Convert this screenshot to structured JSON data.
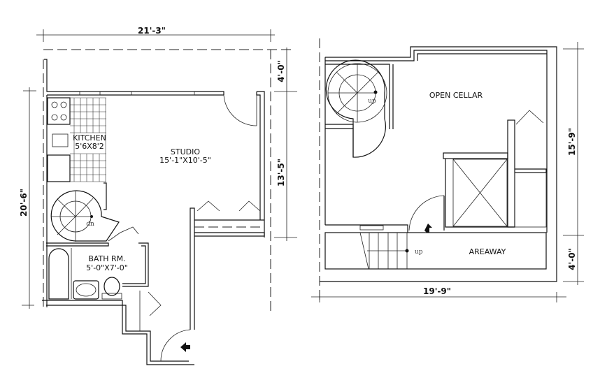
{
  "unit_plan": {
    "overall_width": "21'-3\"",
    "overall_depth": "20'-6\"",
    "front_depth": "4'-0\"",
    "studio_depth": "13'-5\"",
    "kitchen": {
      "name": "KITCHEN",
      "size": "5'6X8'2"
    },
    "studio": {
      "name": "STUDIO",
      "size": "15'-1\"X10'-5\""
    },
    "bath": {
      "name": "BATH RM.",
      "size": "5'-0\"X7'-0\""
    },
    "stair_label": "dn"
  },
  "cellar_plan": {
    "overall_width": "19'-9\"",
    "cellar_depth": "15'-9\"",
    "areaway_depth": "4'-0\"",
    "open_cellar": {
      "name": "OPEN CELLAR"
    },
    "areaway": {
      "name": "AREAWAY"
    },
    "spiral_stair_label": "up",
    "areaway_stair_label": "up"
  }
}
